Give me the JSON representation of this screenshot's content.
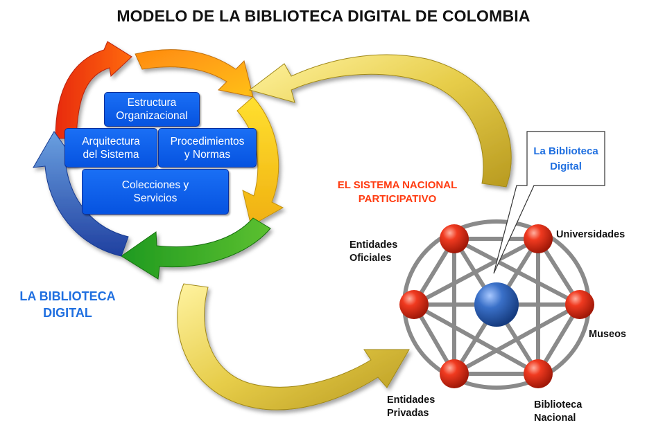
{
  "title": "MODELO DE LA BIBLIOTECA DIGITAL DE COLOMBIA",
  "cycle_boxes": [
    {
      "id": "estructura",
      "text": "Estructura\nOrganizacional"
    },
    {
      "id": "arquitectura",
      "text": "Arquitectura\ndel Sistema"
    },
    {
      "id": "procedimientos",
      "text": "Procedimientos\ny Normas"
    },
    {
      "id": "colecciones",
      "text": "Colecciones y\nServicios"
    }
  ],
  "labels": {
    "biblioteca_digital": "LA BIBLIOTECA\nDIGITAL",
    "sistema_nacional": "EL SISTEMA NACIONAL\nPARTICIPATIVO",
    "callout": "La Biblioteca\nDigital"
  },
  "network_nodes": {
    "universidades": "Universidades",
    "entidades_oficiales": "Entidades\nOficiales",
    "museos": "Museos",
    "biblioteca_nacional": "Biblioteca\nNacional",
    "entidades_privadas": "Entidades\nPrivadas"
  },
  "colors": {
    "box_blue": "#0a5ef0",
    "label_blue": "#1f6fe0",
    "label_red": "#ff3b10",
    "node_red": "#e8301c",
    "center_blue": "#2a5fb0",
    "yellow_arrow": "#e8d040"
  }
}
